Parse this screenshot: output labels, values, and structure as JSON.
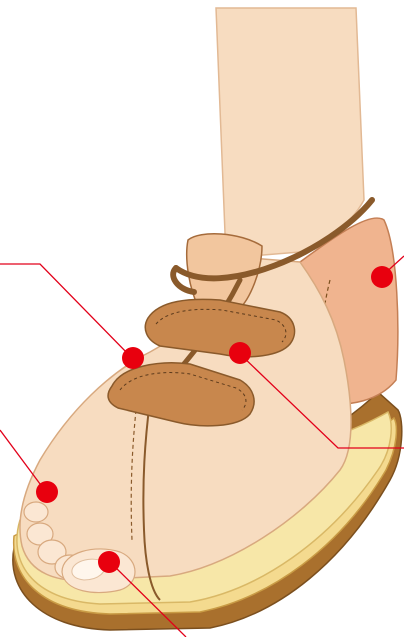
{
  "illustration": {
    "subject": "foot-in-sandal",
    "labels": []
  },
  "colors": {
    "background": "#ffffff",
    "skin": "#f7dcc0",
    "skin_shadow": "#efc9a6",
    "toe": "#fbe7d3",
    "toenail": "#fff6ec",
    "insole": "#f7e7a8",
    "sole_mid": "#f4da8f",
    "sole_outer": "#a9702d",
    "strap": "#c8874d",
    "strap_dark": "#8a5a2b",
    "strap_stitch": "#5b3a1c",
    "heel_panel": "#f0b48f",
    "dot": "#e8000e",
    "leader": "#e2001a"
  },
  "markers": [
    {
      "id": "instep-strap-left",
      "icon": "red-dot"
    },
    {
      "id": "instep-strap-center",
      "icon": "red-dot"
    },
    {
      "id": "heel-counter",
      "icon": "red-dot"
    },
    {
      "id": "toe-side",
      "icon": "red-dot"
    },
    {
      "id": "big-toe",
      "icon": "red-dot"
    }
  ]
}
